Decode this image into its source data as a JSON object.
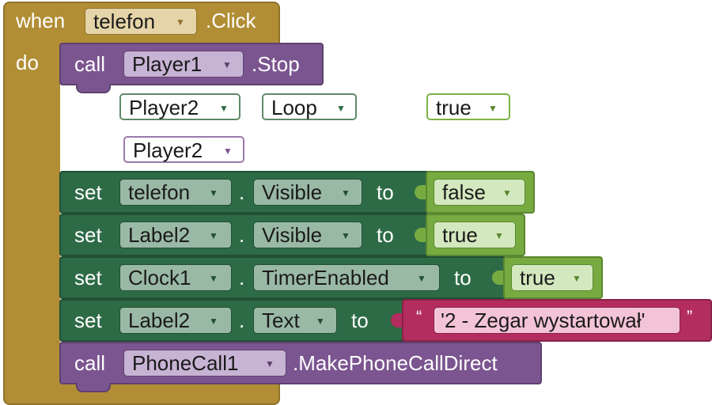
{
  "event": {
    "when": "when",
    "component": "telefon",
    "event_name": ".Click",
    "do": "do"
  },
  "stop_call": {
    "keyword": "call",
    "component": "Player1",
    "method": ".Stop"
  },
  "ghost_blocks": {
    "player2_a": "Player2",
    "loop": "Loop",
    "true_val": "true",
    "player2_b": "Player2"
  },
  "set_rows": [
    {
      "keyword": "set",
      "component": "telefon",
      "property": "Visible",
      "to": "to",
      "value": "false"
    },
    {
      "keyword": "set",
      "component": "Label2",
      "property": "Visible",
      "to": "to",
      "value": "true"
    },
    {
      "keyword": "set",
      "component": "Clock1",
      "property": "TimerEnabled",
      "to": "to",
      "value": "true"
    },
    {
      "keyword": "set",
      "component": "Label2",
      "property": "Text",
      "to": "to",
      "value": "'2 - Zegar wystartował'"
    }
  ],
  "separator": ".",
  "quote_open": "“",
  "quote_close": "”",
  "phone_call": {
    "keyword": "call",
    "component": "PhoneCall1",
    "method": ".MakePhoneCallDirect"
  },
  "icons": {
    "dropdown": "triangle-down",
    "dropdown_glyph": "▼"
  },
  "colors": {
    "event": "#b18e35",
    "component": "#7b5590",
    "setter": "#2d6b46",
    "logic": "#77ab41",
    "text": "#b32d5e"
  }
}
